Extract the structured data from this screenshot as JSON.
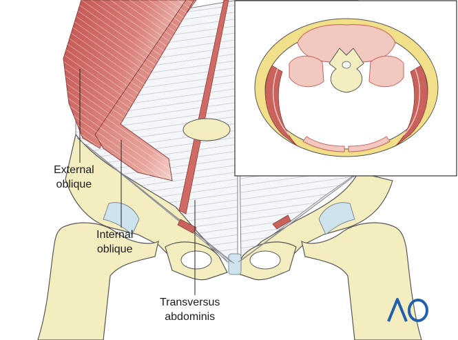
{
  "labels": {
    "external_oblique": {
      "line1": "External",
      "line2": "oblique"
    },
    "internal_oblique": {
      "line1": "Internal",
      "line2": "oblique"
    },
    "transversus_abdominis": {
      "line1": "Transversus",
      "line2": "abdominis"
    }
  },
  "logo": {
    "text": "AO",
    "color": "#1f5fae"
  },
  "colors": {
    "muscle": "#c9615c",
    "muscle_light": "#f2c9c1",
    "bone": "#f4edbf",
    "bone_outline": "#555555",
    "fascia": "#eef0f5",
    "cartilage": "#cfe3ee",
    "fat": "#f2df8a"
  }
}
